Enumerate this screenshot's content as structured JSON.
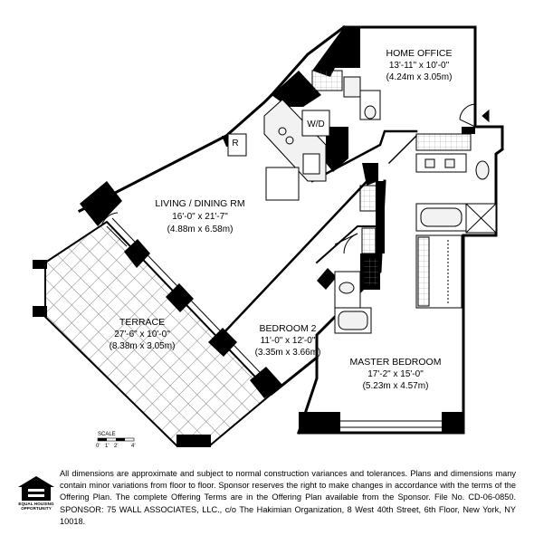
{
  "rooms": {
    "home_office": {
      "name": "HOME OFFICE",
      "imperial": "13'-11\" x 10'-0\"",
      "metric": "(4.24m x 3.05m)"
    },
    "living_dining": {
      "name": "LIVING / DINING RM",
      "imperial": "16'-0\" x 21'-7\"",
      "metric": "(4.88m x 6.58m)"
    },
    "terrace": {
      "name": "TERRACE",
      "imperial": "27'-6\" x 10'-0\"",
      "metric": "(8.38m x 3.05m)"
    },
    "bedroom_2": {
      "name": "BEDROOM 2",
      "imperial": "11'-0\" x 12'-0\"",
      "metric": "(3.35m x 3.66m)"
    },
    "master_bedroom": {
      "name": "MASTER BEDROOM",
      "imperial": "17'-2\" x 15'-0\"",
      "metric": "(5.23m x 4.57m)"
    }
  },
  "fixtures": {
    "washer_dryer": "W/D",
    "refrigerator": "R"
  },
  "scale": {
    "title": "SCALE",
    "ticks": [
      "0'",
      "1'",
      "2'",
      "4'"
    ]
  },
  "logo": {
    "text": "EQUAL HOUSING OPPORTUNITY"
  },
  "disclaimer": "All dimensions are approximate and subject to normal construction variances and tolerances. Plans and dimensions many contain minor variations from floor to floor. Sponsor reserves the right to make changes in accordance with the terms of the Offering Plan. The complete Offering Terms are in the Offering Plan available from the Sponsor. File No. CD-06-0850. SPONSOR: 75 WALL ASSOCIATES, LLC., c/o The Hakimian Organization, 8 West 40th Street, 6th Floor, New York, NY 10018.",
  "colors": {
    "wall": "#000000",
    "fixture_fill": "#f2f2f2",
    "background": "#ffffff"
  }
}
